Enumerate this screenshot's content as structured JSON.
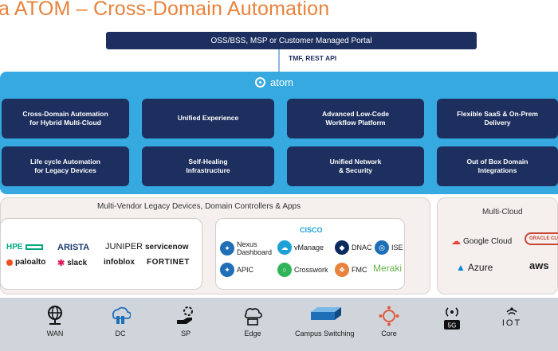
{
  "title": "a ATOM – Cross-Domain Automation",
  "portal": "OSS/BSS, MSP or Customer Managed Portal",
  "api_label": "TMF, REST API",
  "atom_logo": "atom",
  "capabilities": [
    "Cross-Domain Automation\nfor Hybrid Multi-Cloud",
    "Unified Experience",
    "Advanced Low-Code\nWorkflow Platform",
    "Flexible SaaS & On-Prem\nDelivery",
    "Life cycle Automation\nfor Legacy Devices",
    "Self-Healing\nInfrastructure",
    "Unified Network\n& Security",
    "Out of Box Domain\nIntegrations"
  ],
  "multivendor_title": "Multi-Vendor Legacy Devices, Domain Controllers & Apps",
  "vendors": [
    "HPE",
    "ARISTA",
    "JUNIPER",
    "servicenow",
    "paloalto",
    "slack",
    "infoblox",
    "FORTINET"
  ],
  "controllers": {
    "cisco": "CISCO",
    "nexus": "Nexus\nDashboard",
    "vmanage": "vManage",
    "dnac": "DNAC",
    "ise": "ISE",
    "apic": "APIC",
    "crosswork": "Crosswork",
    "fmc": "FMC",
    "meraki": "Meraki"
  },
  "multicloud_title": "Multi-Cloud",
  "clouds": [
    "Google Cloud",
    "ORACLE CLOUD",
    "Azure",
    "aws"
  ],
  "network_items": [
    "WAN",
    "DC",
    "SP",
    "Edge",
    "Campus Switching",
    "Core",
    "5G",
    "IOT"
  ],
  "colors": {
    "accent_orange": "#e8823c",
    "navy": "#1c2f5e",
    "atom_blue": "#36a9e1"
  }
}
